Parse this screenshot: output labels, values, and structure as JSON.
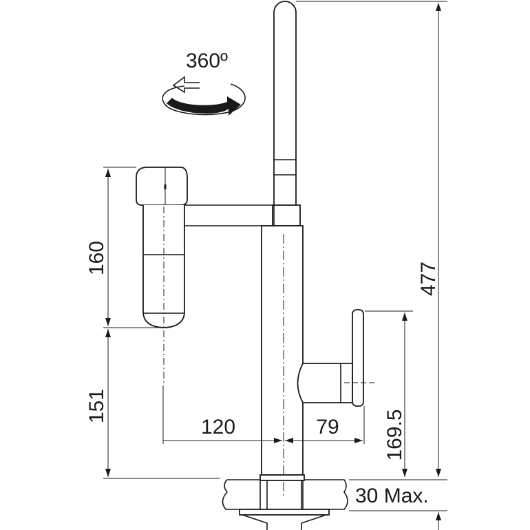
{
  "drawing": {
    "rotation_label": "360º",
    "dimensions": {
      "spray_height": "160",
      "spray_clearance": "151",
      "total_height": "477",
      "lever_height": "169.5",
      "spout_reach": "120",
      "lever_offset": "79",
      "deck_thickness": "30 Max."
    }
  },
  "colors": {
    "line": "#1a1a1a",
    "background": "#ffffff"
  }
}
